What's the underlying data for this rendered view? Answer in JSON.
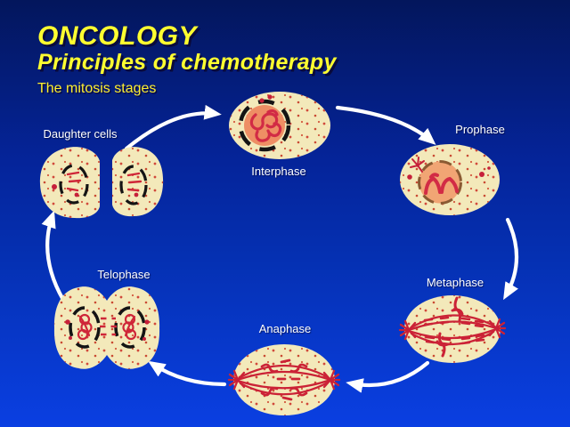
{
  "slide": {
    "title": "ONCOLOGY",
    "subtitle": "Principles of chemotherapy",
    "section_heading": "The mitosis stages"
  },
  "diagram": {
    "type": "cycle",
    "subject": "mitosis stages",
    "stages": [
      {
        "label": "Interphase",
        "position": "top-center"
      },
      {
        "label": "Prophase",
        "position": "upper-right"
      },
      {
        "label": "Metaphase",
        "position": "lower-right"
      },
      {
        "label": "Anaphase",
        "position": "bottom-center"
      },
      {
        "label": "Telophase",
        "position": "lower-left"
      },
      {
        "label": "Daughter cells",
        "position": "upper-left"
      }
    ],
    "arrows": [
      {
        "from": "Daughter cells",
        "to": "Interphase"
      },
      {
        "from": "Interphase",
        "to": "Prophase"
      },
      {
        "from": "Prophase",
        "to": "Metaphase"
      },
      {
        "from": "Metaphase",
        "to": "Anaphase"
      },
      {
        "from": "Anaphase",
        "to": "Telophase"
      },
      {
        "from": "Telophase",
        "to": "Daughter cells"
      }
    ]
  },
  "colors": {
    "background_top": "#03165c",
    "background_mid": "#0531b4",
    "background_bottom": "#0a3fe2",
    "title_yellow": "#ffff30",
    "label_white": "#ffffff",
    "cell_body_cream": "#f3e9ba",
    "cell_red": "#cf2a3c",
    "interphase_nucleus": "#ee8e64",
    "prophase_nucleus": "#f1a574",
    "nucleus_outline": "#141414",
    "arrow_white": "#ffffff"
  }
}
